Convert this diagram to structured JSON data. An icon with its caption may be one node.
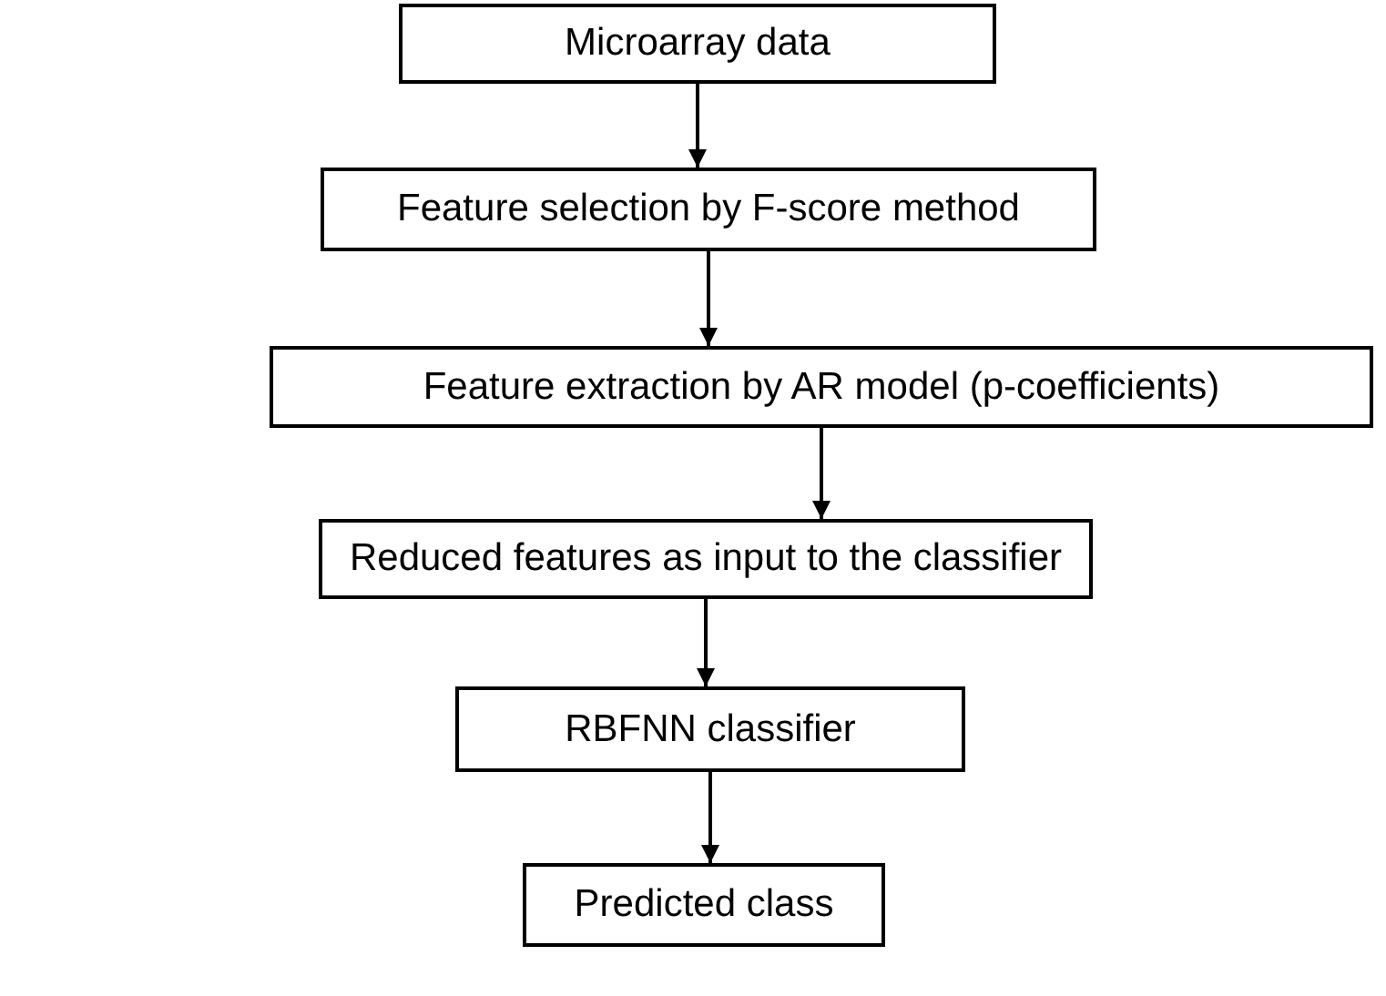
{
  "diagram": {
    "nodes": [
      {
        "text": [
          "Microarray data"
        ]
      },
      {
        "text": [
          "Feature selection by F-score method"
        ]
      },
      {
        "text": [
          "Feature extraction by AR model (p-coefficients)"
        ]
      },
      {
        "text": [
          "Reduced features as input to the classifier"
        ]
      },
      {
        "text": [
          "RBFNN classifier"
        ]
      },
      {
        "text": [
          "Predicted class"
        ]
      }
    ],
    "edges": [
      {
        "from": 0,
        "to": 1,
        "arrow": "to"
      },
      {
        "from": 1,
        "to": 2,
        "arrow": "to"
      },
      {
        "from": 2,
        "to": 3,
        "arrow": "to"
      },
      {
        "from": 3,
        "to": 4,
        "arrow": "to"
      },
      {
        "from": 4,
        "to": 5,
        "arrow": "to"
      }
    ]
  }
}
